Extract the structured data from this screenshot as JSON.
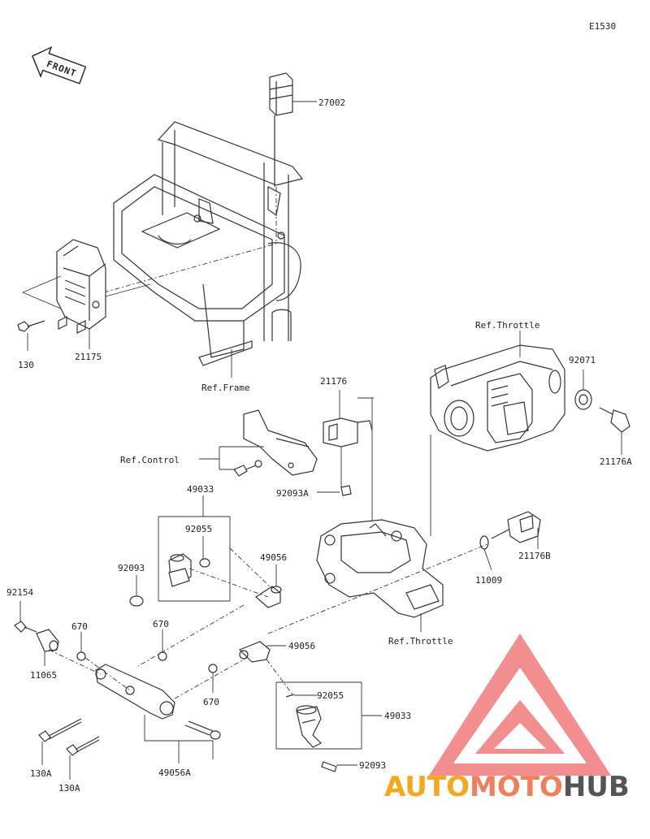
{
  "diagram_code": "E1530",
  "front_label": "FRONT",
  "watermark": {
    "text_a": "AUTO",
    "text_b": "MOTO",
    "text_c": "HUB",
    "color_a": "#f4a81d",
    "color_b": "#f07f5a",
    "color_c": "#555555",
    "triangle_color": "#f07a7a"
  },
  "labels": {
    "p27002": "27002",
    "p130": "130",
    "p21175": "21175",
    "ref_frame": "Ref.Frame",
    "ref_throttle_top": "Ref.Throttle",
    "p92071": "92071",
    "p21176a": "21176A",
    "p21176": "21176",
    "ref_control": "Ref.Control",
    "p92093a": "92093A",
    "p49033_top": "49033",
    "p92055_top": "92055",
    "p92093_top": "92093",
    "p49056_top": "49056",
    "p21176b": "21176B",
    "p11009": "11009",
    "p92154": "92154",
    "p670_a": "670",
    "p670_b": "670",
    "p11065": "11065",
    "ref_throttle_bottom": "Ref.Throttle",
    "p49056_mid": "49056",
    "p670_c": "670",
    "p92055_bottom": "92055",
    "p49033_bottom": "49033",
    "p130a_a": "130A",
    "p130a_b": "130A",
    "p49056a": "49056A",
    "p92093_bottom": "92093"
  }
}
